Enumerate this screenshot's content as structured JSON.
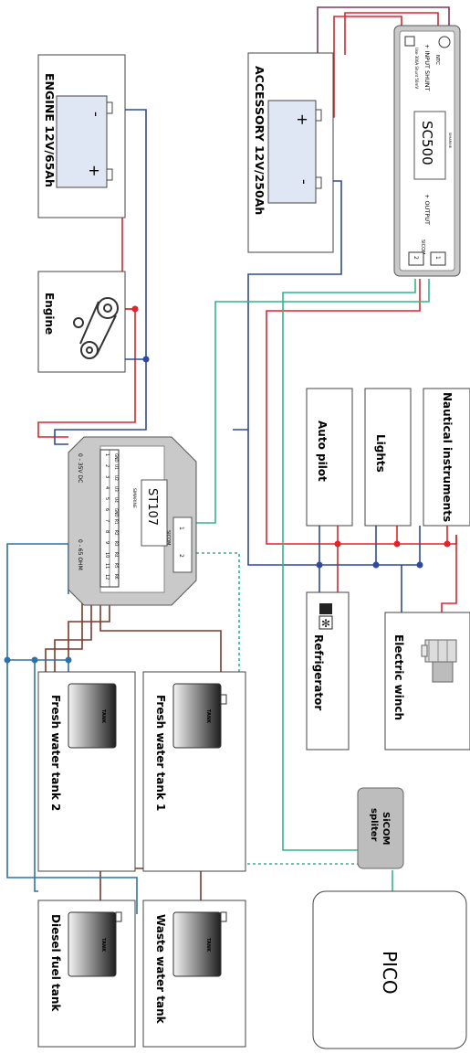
{
  "colors": {
    "positive": "#e2232a",
    "negative": "#2f4a9a",
    "sicom": "#2fb58a",
    "brown": "#7a3a2a",
    "device_gray": "#c9c9c9",
    "battery_fill": "#dfe6f4"
  },
  "engine_battery": {
    "label": "ENGINE 12V/65Ah",
    "minus": "-",
    "plus": "+"
  },
  "accessory_battery": {
    "label": "ACCESSORY 12V/250Ah",
    "minus": "-",
    "plus": "+"
  },
  "engine": {
    "label": "Engine"
  },
  "sc500": {
    "model": "SC500",
    "brand": "SIMARINE",
    "input_label": "+ INPUT SHUNT",
    "output_label": "+ OUTPUT",
    "ntc_label": "NTC",
    "shunt_note": "Use 300A Shunt 50mV",
    "sicom_label": "SICOM",
    "port1": "1",
    "port2": "2"
  },
  "st107": {
    "model": "ST107",
    "brand": "SIMARINE",
    "sicom_label": "SICOM",
    "port1": "1",
    "port2": "2",
    "voltage_range": "0 - 35V DC",
    "resistance_range": "0 - 65 OHM",
    "pins_top": [
      "GND",
      "U1",
      "U2",
      "U3",
      "U4",
      "GND",
      "R1",
      "R2",
      "R3",
      "R4",
      "R5",
      "R6"
    ],
    "pins_bottom": [
      "1",
      "2",
      "3",
      "4",
      "5",
      "6",
      "7",
      "8",
      "9",
      "10",
      "11",
      "12"
    ]
  },
  "loads": {
    "autopilot": "Auto pilot",
    "lights": "Lights",
    "nautical": "Nautical instruments",
    "refrigerator": "Refrigerator",
    "winch": "Electric winch"
  },
  "tanks": {
    "fresh2": "Fresh water tank 2",
    "fresh1": "Fresh water tank 1",
    "diesel": "Diesel fuel tank",
    "waste": "Waste water tank",
    "tank_word": "TANK"
  },
  "splitter": {
    "line1": "SiCOM",
    "line2": "spliter"
  },
  "pico": {
    "label": "PICO"
  }
}
